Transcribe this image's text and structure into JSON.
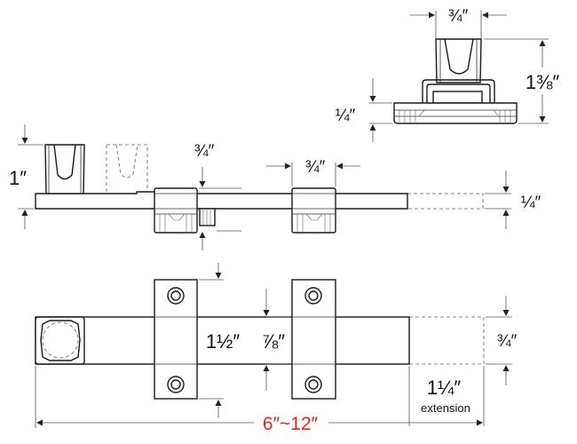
{
  "colors": {
    "line": "#1a1a1a",
    "dim": "#555555",
    "dashed": "#8a8a8a",
    "accent": "#e0251b"
  },
  "labels": {
    "end_view_width": "¾″",
    "end_view_height": "1⅜″",
    "end_view_base": "¼″",
    "side_knob_height": "1″",
    "side_guide_gap": "¾″",
    "side_guide_width": "¾″",
    "side_bar_thickness": "¼″",
    "top_guide_length": "1½″",
    "top_guide_inner": "⅞″",
    "top_bar_width": "¾″",
    "extension_value": "1¼″",
    "extension_word": "extension",
    "overall_length": "6″~12″"
  }
}
